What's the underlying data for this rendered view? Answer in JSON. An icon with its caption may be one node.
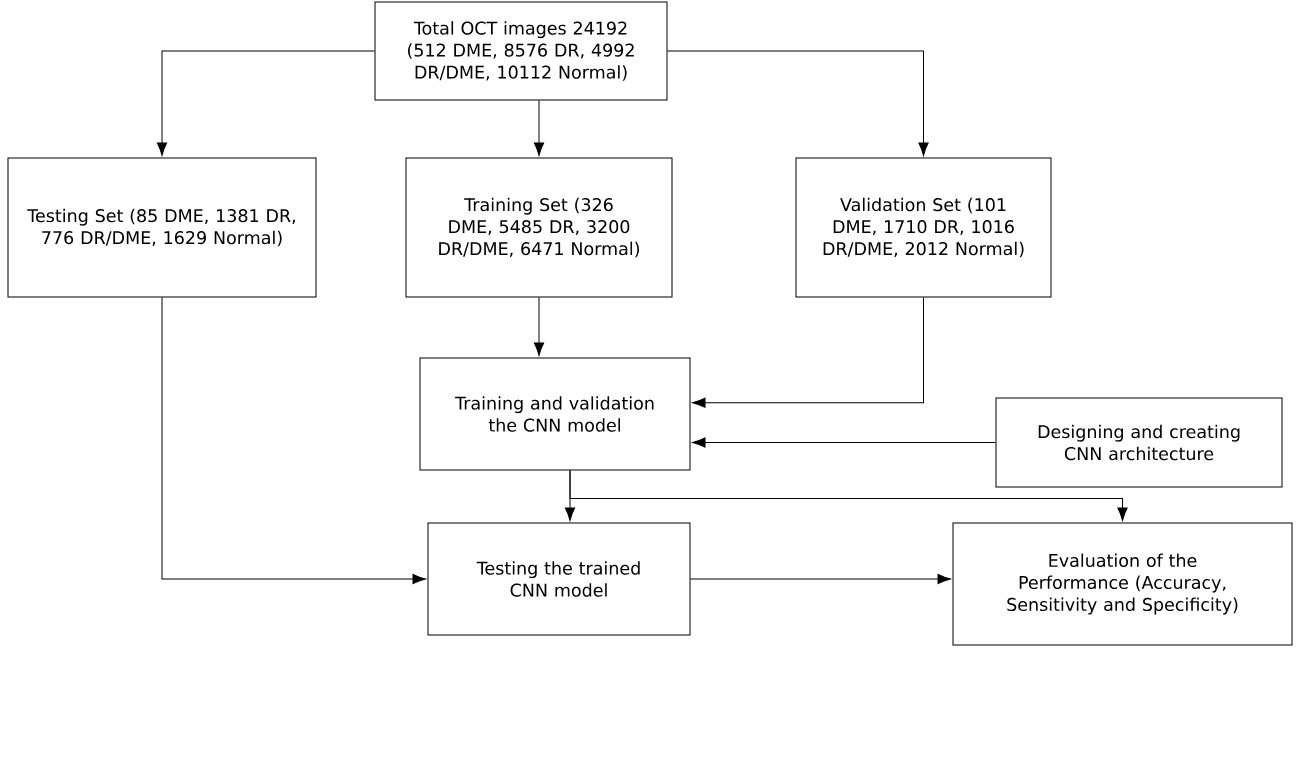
{
  "diagram": {
    "nodes": [
      {
        "text": [
          "Total OCT images 24192 (512 DME, 8576 DR, 4992 DR/DME, 10112 Normal)"
        ]
      },
      {
        "text": [
          "Testing Set (85 DME, 1381 DR, 776 DR/DME, 1629 Normal)"
        ]
      },
      {
        "text": [
          "Training Set (326 DME, 5485 DR, 3200 DR/DME, 6471 Normal)"
        ]
      },
      {
        "text": [
          "Validation Set (101 DME, 1710 DR, 1016 DR/DME, 2012 Normal)"
        ]
      },
      {
        "text": [
          "Training and validation the CNN model"
        ]
      },
      {
        "text": [
          "Designing and creating CNN architecture"
        ]
      },
      {
        "text": [
          "Testing the trained CNN model"
        ]
      },
      {
        "text": [
          "Evaluation of the Performance (Accuracy, Sensitivity and Specificity)"
        ]
      }
    ],
    "edges": [
      {
        "from": 0,
        "to": 1,
        "arrow": "to"
      },
      {
        "from": 0,
        "to": 2,
        "arrow": "to"
      },
      {
        "from": 0,
        "to": 3,
        "arrow": "to"
      },
      {
        "from": 1,
        "to": 6,
        "arrow": "to"
      },
      {
        "from": 2,
        "to": 4,
        "arrow": "to"
      },
      {
        "from": 3,
        "to": 4,
        "arrow": "to"
      },
      {
        "from": 5,
        "to": 4,
        "arrow": "to"
      },
      {
        "from": 4,
        "to": 6,
        "arrow": "to"
      },
      {
        "from": 4,
        "to": 7,
        "arrow": "to"
      },
      {
        "from": 6,
        "to": 7,
        "arrow": "to"
      }
    ]
  }
}
